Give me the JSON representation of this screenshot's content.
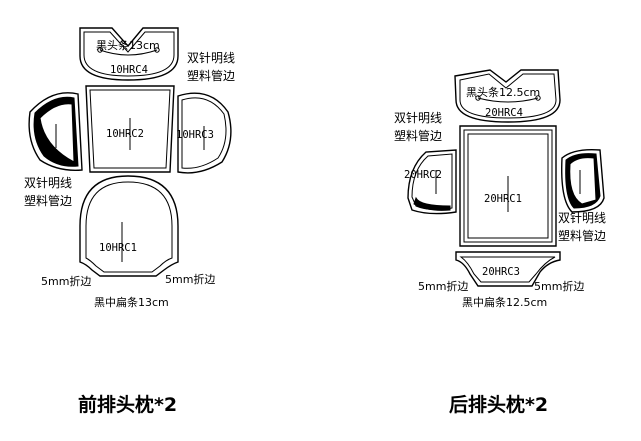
{
  "left": {
    "top_strip_label": "黑头条13cm",
    "top_strip_code": "10HRC4",
    "center_code": "10HRC2",
    "side_right_code": "10HRC3",
    "bottom_code": "10HRC1",
    "side_note_line1": "双针明线",
    "side_note_line2": "塑料管边",
    "left_note_line1": "双针明线",
    "left_note_line2": "塑料管边",
    "fold_left": "5mm折边",
    "fold_right": "5mm折边",
    "bottom_strip_label": "黑中扁条13cm",
    "caption": "前排头枕*2"
  },
  "right": {
    "top_strip_label": "黑头条12.5cm",
    "top_strip_code": "20HRC4",
    "center_code": "20HRC1",
    "side_left_code": "20HRC2",
    "bottom_code": "20HRC3",
    "note_top_line1": "双针明线",
    "note_top_line2": "塑料管边",
    "note_right_line1": "双针明线",
    "note_right_line2": "塑料管边",
    "fold_left": "5mm折边",
    "fold_right": "5mm折边",
    "bottom_strip_label": "黑中扁条12.5cm",
    "caption": "后排头枕*2"
  }
}
